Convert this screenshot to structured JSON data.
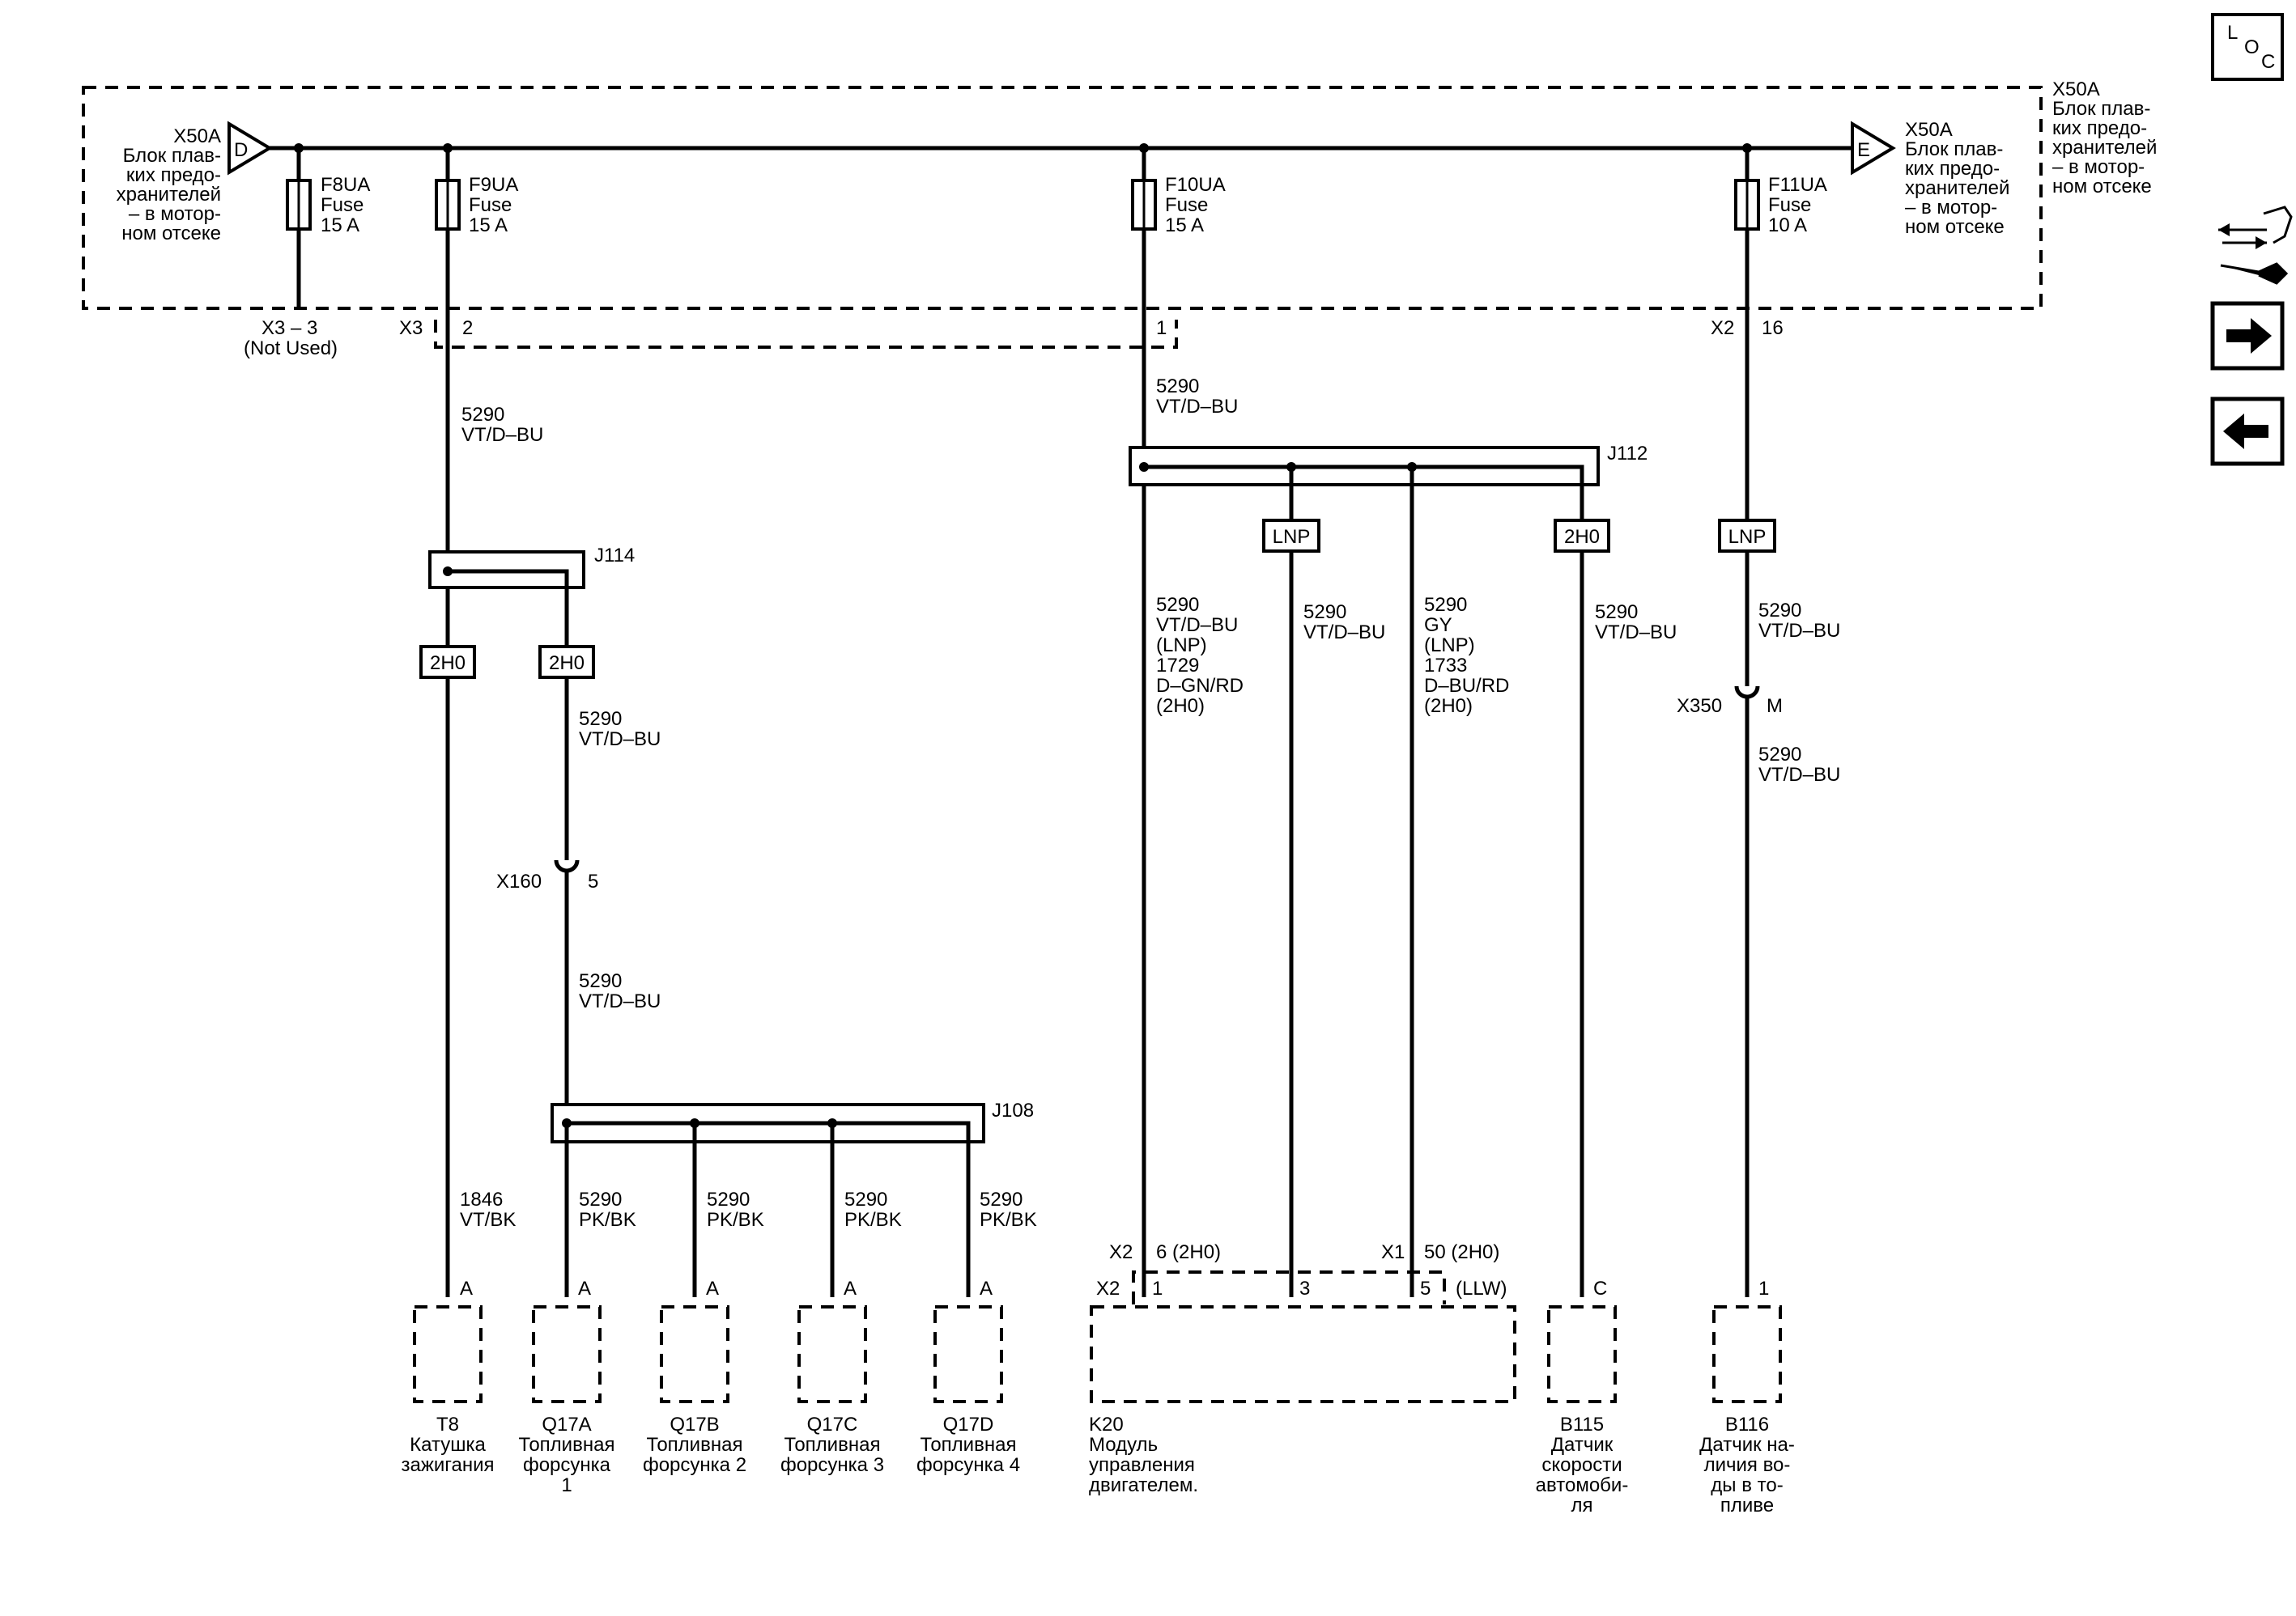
{
  "fuse_block": {
    "left_label": [
      "X50A",
      "Блок плав-",
      "ких предо-",
      "хранителей",
      "– в мотор-",
      "ном отсеке"
    ],
    "left_pin": "D",
    "right_label": [
      "X50A",
      "Блок плав-",
      "ких предо-",
      "хранителей",
      "– в мотор-",
      "ном отсеке"
    ],
    "right_pin": "E",
    "outer_label": [
      "X50A",
      "Блок плав-",
      "ких предо-",
      "хранителей",
      "– в мотор-",
      "ном отсеке"
    ]
  },
  "fuses": [
    {
      "name": "F8UA",
      "type": "Fuse",
      "rating": "15 A"
    },
    {
      "name": "F9UA",
      "type": "Fuse",
      "rating": "15 A"
    },
    {
      "name": "F10UA",
      "type": "Fuse",
      "rating": "15 A"
    },
    {
      "name": "F11UA",
      "type": "Fuse",
      "rating": "10 A"
    }
  ],
  "connectors": {
    "x3_3": "X3 – 3",
    "not_used": "(Not Used)",
    "x3": "X3",
    "x3_pin2": "2",
    "x3_pin1": "1",
    "x2": "X2",
    "x2_pin16": "16",
    "x160": "X160",
    "x160_pin": "5",
    "x350": "X350",
    "x350_pin": "M",
    "x2_k20_top": "X2",
    "x2_k20_top_pin": "6 (2H0)",
    "x1_k20_top": "X1",
    "x1_k20_top_pin": "50 (2H0)",
    "x2_k20": "X2",
    "k20_pin1": "1",
    "k20_pin3": "3",
    "k20_pin5": "5",
    "k20_llw": "(LLW)"
  },
  "splices": {
    "j114": "J114",
    "j108": "J108",
    "j112": "J112"
  },
  "options": {
    "o2h0": "2H0",
    "lnp": "LNP"
  },
  "wires": {
    "w_f9": [
      "5290",
      "VT/D–BU"
    ],
    "w_f10": [
      "5290",
      "VT/D–BU"
    ],
    "w_j114_r": [
      "5290",
      "VT/D–BU"
    ],
    "w_x160": [
      "5290",
      "VT/D–BU"
    ],
    "w_t8": [
      "1846",
      "VT/BK"
    ],
    "w_q17a": [
      "5290",
      "PK/BK"
    ],
    "w_q17b": [
      "5290",
      "PK/BK"
    ],
    "w_q17c": [
      "5290",
      "PK/BK"
    ],
    "w_q17d": [
      "5290",
      "PK/BK"
    ],
    "w_k20_1": [
      "5290",
      "VT/D–BU",
      "(LNP)",
      "",
      "1729",
      "D–GN/RD",
      "(2H0)"
    ],
    "w_k20_3": [
      "5290",
      "VT/D–BU"
    ],
    "w_k20_5": [
      "5290",
      "GY",
      "(LNP)",
      "",
      "1733",
      "D–BU/RD",
      "(2H0)"
    ],
    "w_b115": [
      "5290",
      "VT/D–BU"
    ],
    "w_b116_top": [
      "5290",
      "VT/D–BU"
    ],
    "w_b116_bot": [
      "5290",
      "VT/D–BU"
    ]
  },
  "components": {
    "t8": {
      "pin": "A",
      "label": [
        "T8",
        "Катушка",
        "зажигания"
      ]
    },
    "q17a": {
      "pin": "A",
      "label": [
        "Q17A",
        "Топливная",
        "форсунка",
        "1"
      ]
    },
    "q17b": {
      "pin": "A",
      "label": [
        "Q17B",
        "Топливная",
        "форсунка 2"
      ]
    },
    "q17c": {
      "pin": "A",
      "label": [
        "Q17C",
        "Топливная",
        "форсунка 3"
      ]
    },
    "q17d": {
      "pin": "A",
      "label": [
        "Q17D",
        "Топливная",
        "форсунка 4"
      ]
    },
    "k20": {
      "label": [
        "K20",
        "Модуль",
        "управления",
        "двигателем."
      ]
    },
    "b115": {
      "pin": "C",
      "label": [
        "B115",
        "Датчик",
        "скорости",
        "автомоби-",
        "ля"
      ]
    },
    "b116": {
      "pin": "1",
      "label": [
        "B116",
        "Датчик на-",
        "личия во-",
        "ды в то-",
        "пливе"
      ]
    }
  },
  "nav": {
    "loc_letters": [
      "L",
      "O",
      "C"
    ],
    "icons": [
      "loc-icon",
      "connector-wrench-icon",
      "arrow-right-icon",
      "arrow-left-icon"
    ]
  }
}
